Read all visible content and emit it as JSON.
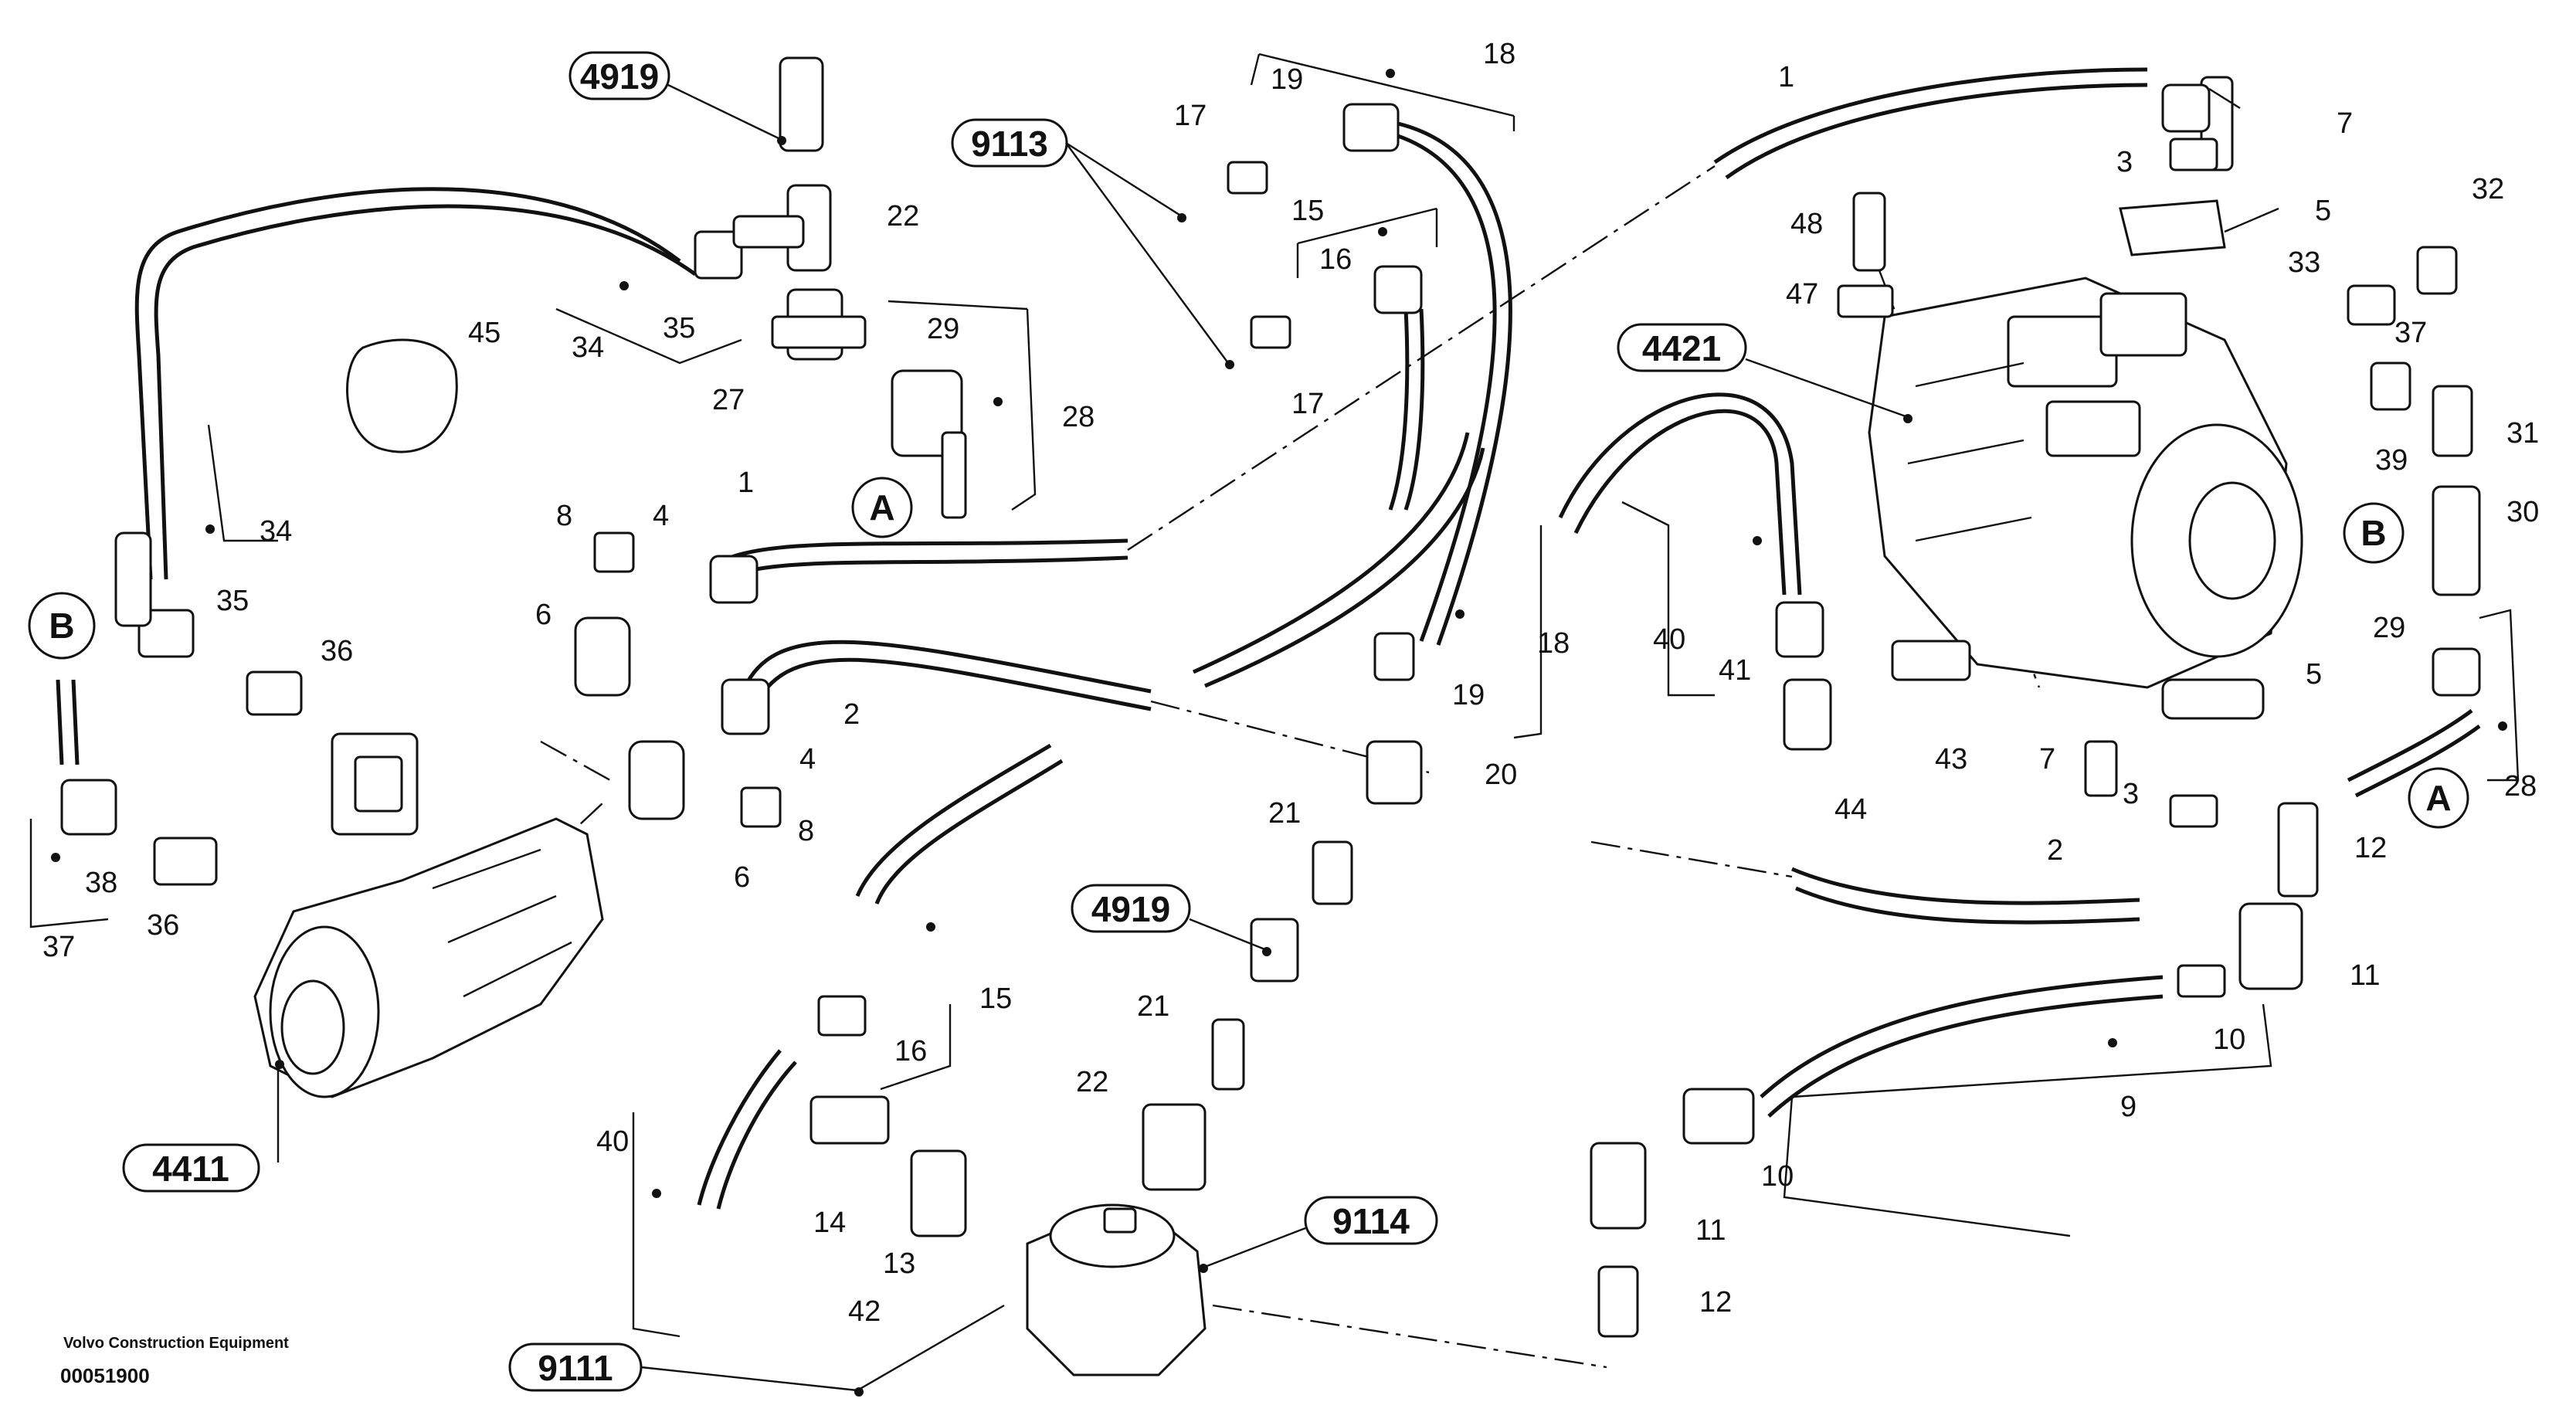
{
  "title": "Volvo Construction Equipment",
  "drawing_number": "00051900",
  "references": {
    "r4919a": "4919",
    "r9113": "9113",
    "r4421": "4421",
    "r4919b": "4919",
    "r9114": "9114",
    "r4411": "4411",
    "r9111": "9111"
  },
  "markers": {
    "a1": "A",
    "b1": "B",
    "b2": "B",
    "a2": "A"
  },
  "labels": {
    "l1a": "1",
    "l1b": "1",
    "l2a": "2",
    "l2b": "2",
    "l3a": "3",
    "l3b": "3",
    "l4a": "4",
    "l4b": "4",
    "l5a": "5",
    "l5b": "5",
    "l6a": "6",
    "l6b": "6",
    "l7a": "7",
    "l7b": "7",
    "l8a": "8",
    "l8b": "8",
    "l9": "9",
    "l10a": "10",
    "l10b": "10",
    "l11a": "11",
    "l11b": "11",
    "l12a": "12",
    "l12b": "12",
    "l13": "13",
    "l14": "14",
    "l15a": "15",
    "l15b": "15",
    "l16a": "16",
    "l16b": "16",
    "l17a": "17",
    "l17b": "17",
    "l18a": "18",
    "l18b": "18",
    "l19a": "19",
    "l19b": "19",
    "l20": "20",
    "l21a": "21",
    "l21b": "21",
    "l22a": "22",
    "l22b": "22",
    "l27": "27",
    "l28a": "28",
    "l28b": "28",
    "l29a": "29",
    "l29b": "29",
    "l30": "30",
    "l31": "31",
    "l32": "32",
    "l33": "33",
    "l34a": "34",
    "l34b": "34",
    "l35a": "35",
    "l35b": "35",
    "l36a": "36",
    "l36b": "36",
    "l37a": "37",
    "l37b": "37",
    "l38": "38",
    "l39": "39",
    "l40a": "40",
    "l40b": "40",
    "l41": "41",
    "l42": "42",
    "l43": "43",
    "l44": "44",
    "l45": "45",
    "l47": "47",
    "l48": "48"
  },
  "colors": {
    "ink": "#111111",
    "paper": "#ffffff"
  }
}
